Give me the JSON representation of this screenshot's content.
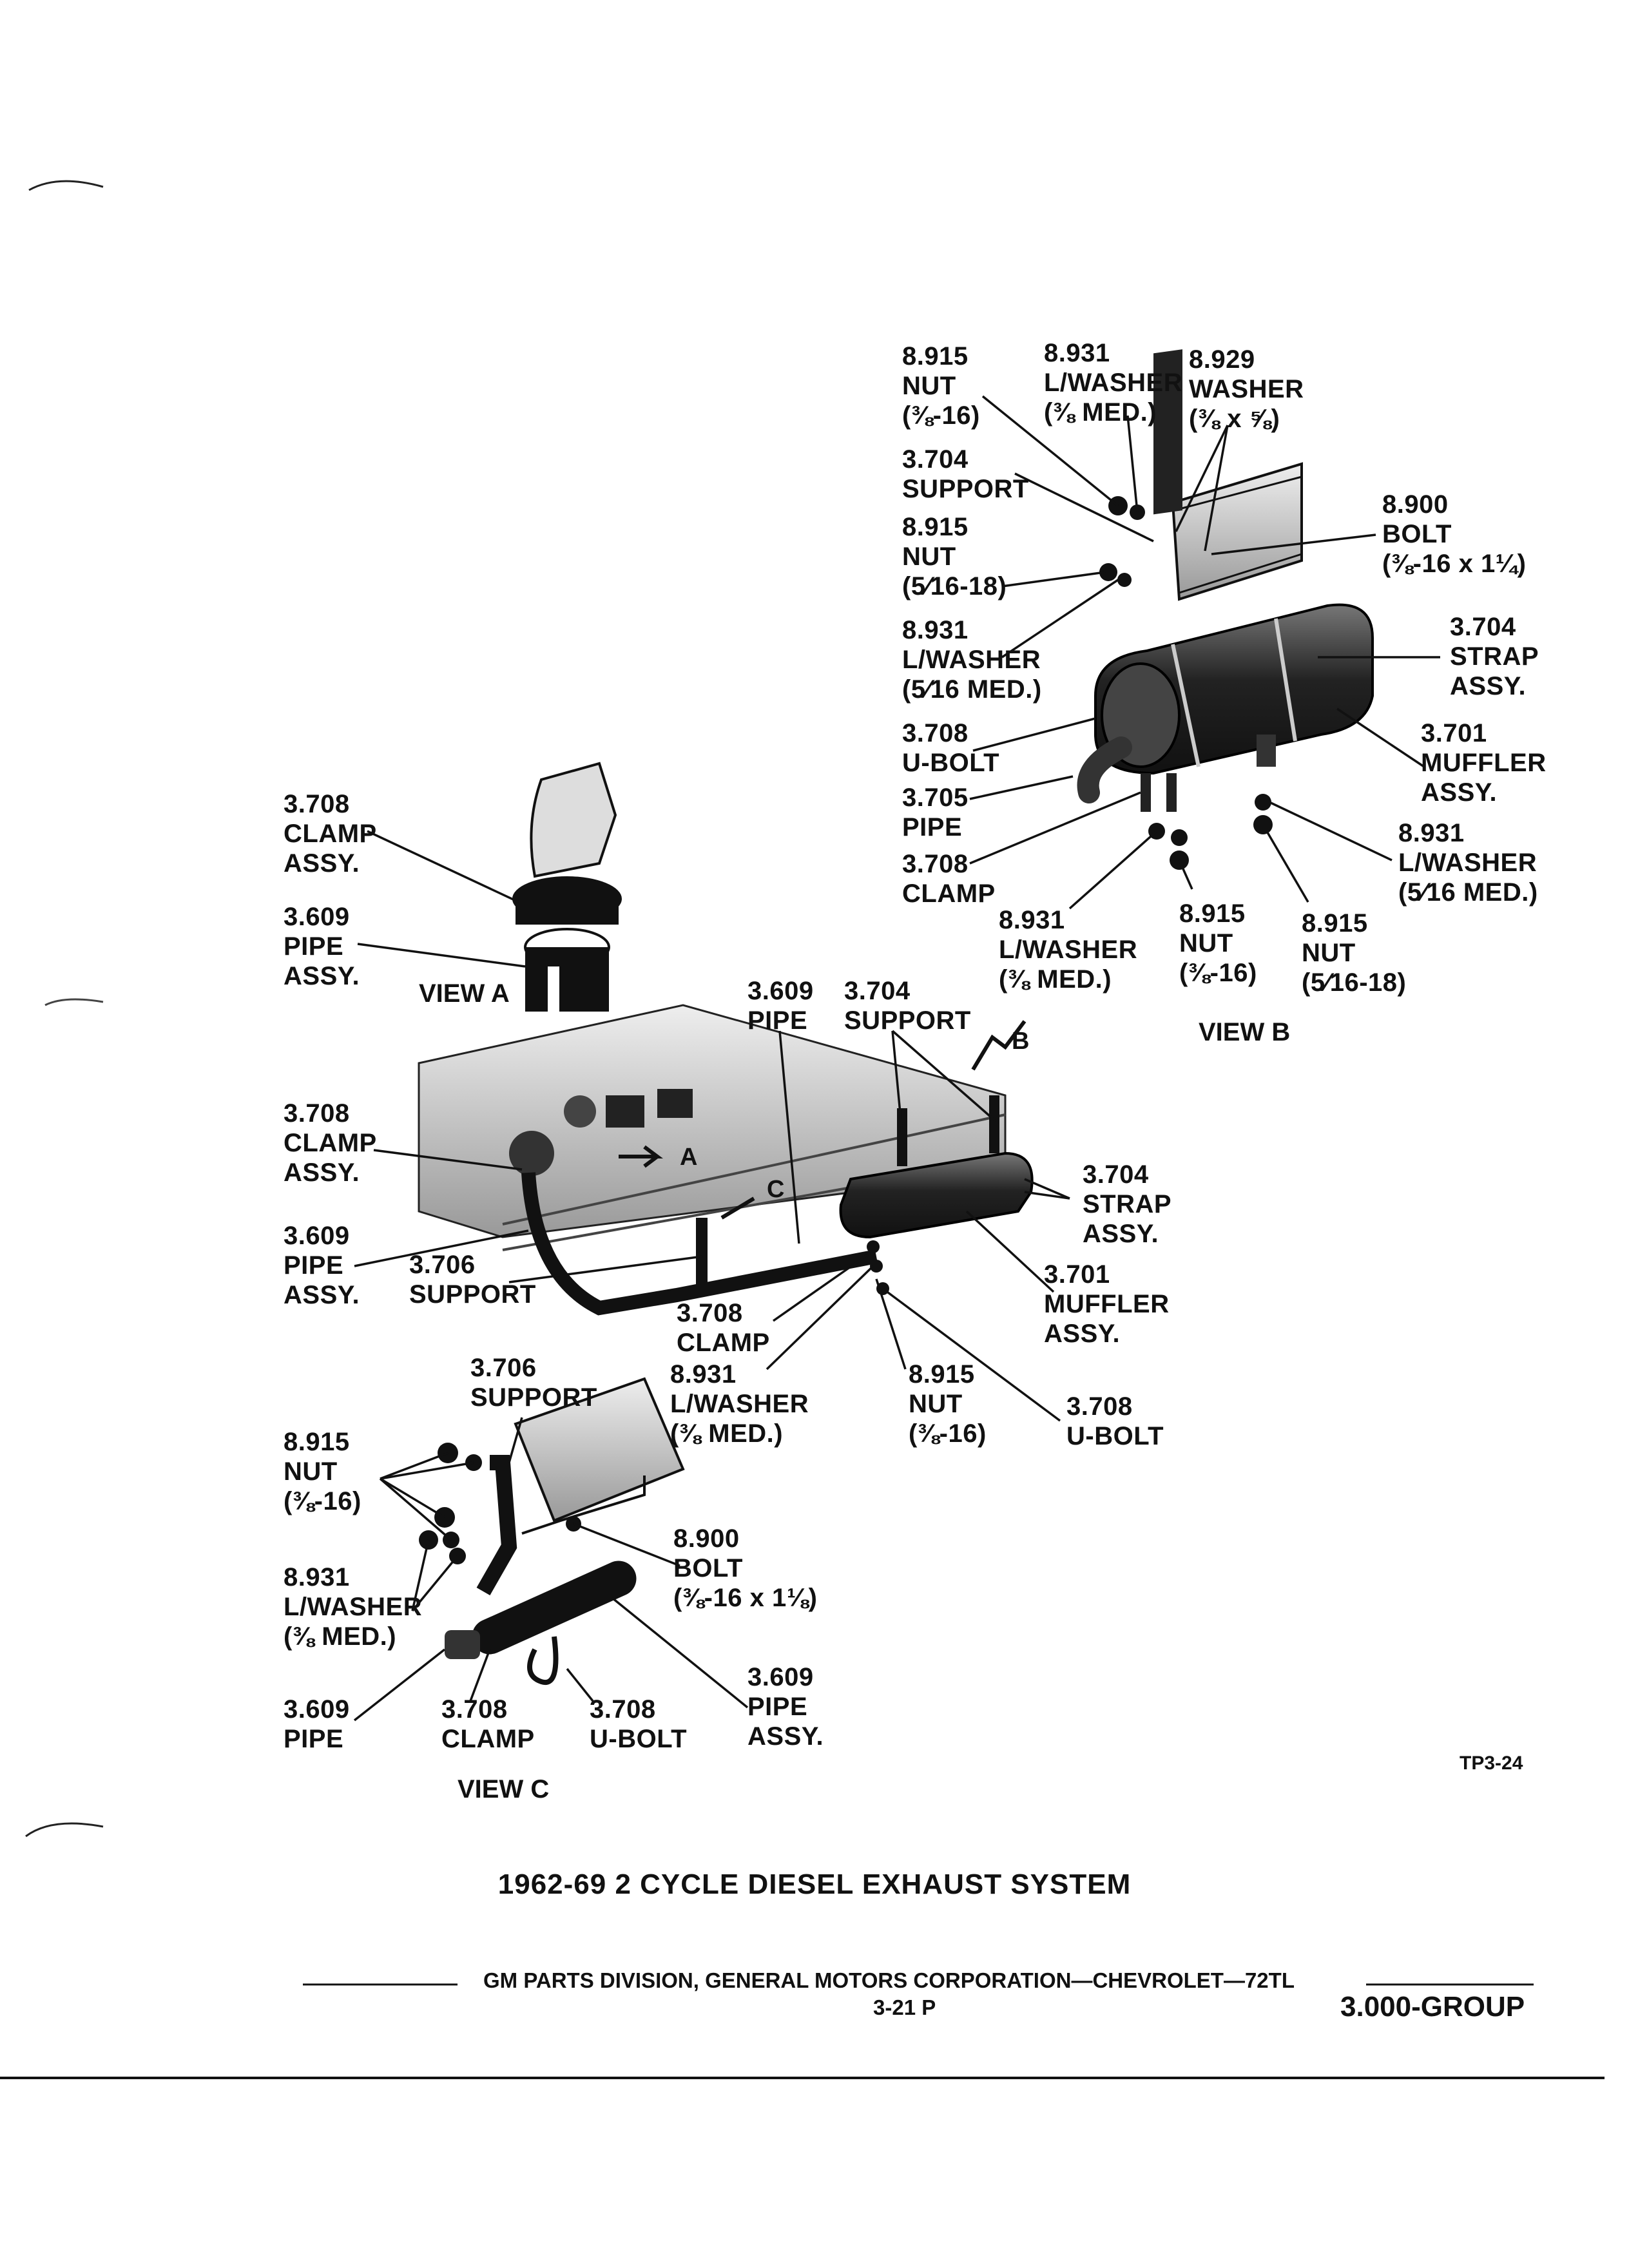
{
  "page": {
    "title": "1962-69 2 CYCLE DIESEL EXHAUST SYSTEM",
    "footer": "GM PARTS DIVISION, GENERAL MOTORS CORPORATION—CHEVROLET—72TL",
    "page_number": "3-21 P",
    "group": "3.000-GROUP",
    "code": "TP3-24"
  },
  "views": {
    "a": "VIEW A",
    "b": "VIEW B",
    "c": "VIEW C"
  },
  "marks": {
    "a": "A",
    "b": "B",
    "c": "C"
  },
  "labels": {
    "l1": [
      "8.915",
      "NUT",
      "(⅜-16)"
    ],
    "l2": [
      "8.931",
      "L/WASHER",
      "(⅜ MED.)"
    ],
    "l3": [
      "8.929",
      "WASHER",
      "(⅜ x ⅝)"
    ],
    "l4": [
      "3.704",
      "SUPPORT"
    ],
    "l5": [
      "8.900",
      "BOLT",
      "(⅜-16 x 1¼)"
    ],
    "l6": [
      "8.915",
      "NUT",
      "(5⁄16-18)"
    ],
    "l7": [
      "8.931",
      "L/WASHER",
      "(5⁄16 MED.)"
    ],
    "l8": [
      "3.704",
      "STRAP",
      "ASSY."
    ],
    "l9": [
      "3.708",
      "U-BOLT"
    ],
    "l10": [
      "3.701",
      "MUFFLER",
      "ASSY."
    ],
    "l11": [
      "3.705",
      "PIPE"
    ],
    "l12": [
      "8.931",
      "L/WASHER",
      "(5⁄16 MED.)"
    ],
    "l13": [
      "3.708",
      "CLAMP"
    ],
    "l14": [
      "8.931",
      "L/WASHER",
      "(⅜ MED.)"
    ],
    "l15": [
      "8.915",
      "NUT",
      "(⅜-16)"
    ],
    "l16": [
      "8.915",
      "NUT",
      "(5⁄16-18)"
    ],
    "a1": [
      "3.708",
      "CLAMP",
      "ASSY."
    ],
    "a2": [
      "3.609",
      "PIPE",
      "ASSY."
    ],
    "m1": [
      "3.609",
      "PIPE"
    ],
    "m2": [
      "3.704",
      "SUPPORT"
    ],
    "m3": [
      "3.708",
      "CLAMP",
      "ASSY."
    ],
    "m4": [
      "3.704",
      "STRAP",
      "ASSY."
    ],
    "m5": [
      "3.609",
      "PIPE",
      "ASSY."
    ],
    "m6": [
      "3.706",
      "SUPPORT"
    ],
    "m7": [
      "3.701",
      "MUFFLER",
      "ASSY."
    ],
    "m8": [
      "3.708",
      "CLAMP"
    ],
    "m9": [
      "8.931",
      "L/WASHER",
      "(⅜ MED.)"
    ],
    "m10": [
      "8.915",
      "NUT",
      "(⅜-16)"
    ],
    "m11": [
      "3.708",
      "U-BOLT"
    ],
    "c1": [
      "3.706",
      "SUPPORT"
    ],
    "c2": [
      "8.915",
      "NUT",
      "(⅜-16)"
    ],
    "c3": [
      "8.900",
      "BOLT",
      "(⅜-16 x 1⅛)"
    ],
    "c4": [
      "8.931",
      "L/WASHER",
      "(⅜ MED.)"
    ],
    "c5": [
      "3.609",
      "PIPE",
      "ASSY."
    ],
    "c6": [
      "3.609",
      "PIPE"
    ],
    "c7": [
      "3.708",
      "CLAMP"
    ],
    "c8": [
      "3.708",
      "U-BOLT"
    ]
  }
}
